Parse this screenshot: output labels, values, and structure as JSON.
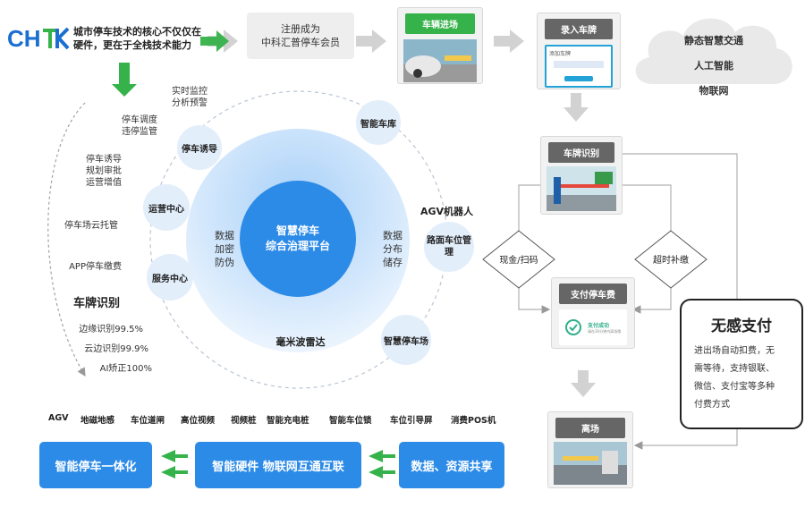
{
  "brand": {
    "logo_text": "CHTK",
    "tagline_line1": "城市停车技术的核心不仅仅在",
    "tagline_line2": "硬件，更在于全栈技术能力"
  },
  "top_flow": {
    "register_line1": "注册成为",
    "register_line2": "中科汇普停车会员",
    "vehicle_entry": "车辆进场",
    "enter_plate": "录入车牌",
    "plate_screen_text": "添加车牌"
  },
  "cloud": {
    "line1": "静态智慧交通",
    "line2": "人工智能",
    "line3": "物联网"
  },
  "right_flow": {
    "plate_recognition": "车牌识别",
    "cash_scan": "现金/扫码",
    "overtime_pay": "超时补缴",
    "pay_fee": "支付停车费",
    "pay_success": "支付成功",
    "pay_sub": "请在30分钟内离场哦",
    "exit": "离场"
  },
  "nosense": {
    "title": "无感支付",
    "line1": "进出场自动扣费，无",
    "line2": "需等待，支持银联、",
    "line3": "微信、支付宝等多种",
    "line4": "付费方式"
  },
  "center": {
    "core_line1": "智慧停车",
    "core_line2": "综合治理平台",
    "left_line1": "数据",
    "left_line2": "加密",
    "left_line3": "防伪",
    "right_line1": "数据",
    "right_line2": "分布",
    "right_line3": "储存",
    "radar": "毫米波雷达",
    "agv_robot": "AGV机器人"
  },
  "bubbles": {
    "guidance": "停车诱导",
    "operations": "运营中心",
    "service": "服务中心",
    "smart_garage": "智能车库",
    "road_mgmt_line1": "路面车位管",
    "road_mgmt_line2": "理",
    "smart_lot": "智慧停车场"
  },
  "left_labels": {
    "realtime_line1": "实时监控",
    "realtime_line2": "分析预警",
    "dispatch_line1": "停车调度",
    "dispatch_line2": "违停监管",
    "guide_line1": "停车诱导",
    "guide_line2": "规划审批",
    "guide_line3": "运营增值",
    "cloud_custody": "停车场云托管",
    "app_pay": "APP停车缴费",
    "plate_title": "车牌识别",
    "edge": "边缘识别99.5%",
    "cloud_edge": "云边识别99.9%",
    "ai_correct": "AI矫正100%"
  },
  "tech_row": [
    "AGV",
    "地磁地感",
    "车位道闸",
    "高位视频",
    "视频桩",
    "智能充电桩",
    "智能车位锁",
    "车位引导屏",
    "消费POS机"
  ],
  "bottom": {
    "btn1": "智能停车一体化",
    "btn2": "智能硬件 物联网互通互联",
    "btn3": "数据、资源共享"
  },
  "colors": {
    "brand_blue": "#1a6fd1",
    "accent_green": "#36b24a",
    "circle_blue": "#2d8be8",
    "arrow_gray": "#cfcfcf"
  }
}
